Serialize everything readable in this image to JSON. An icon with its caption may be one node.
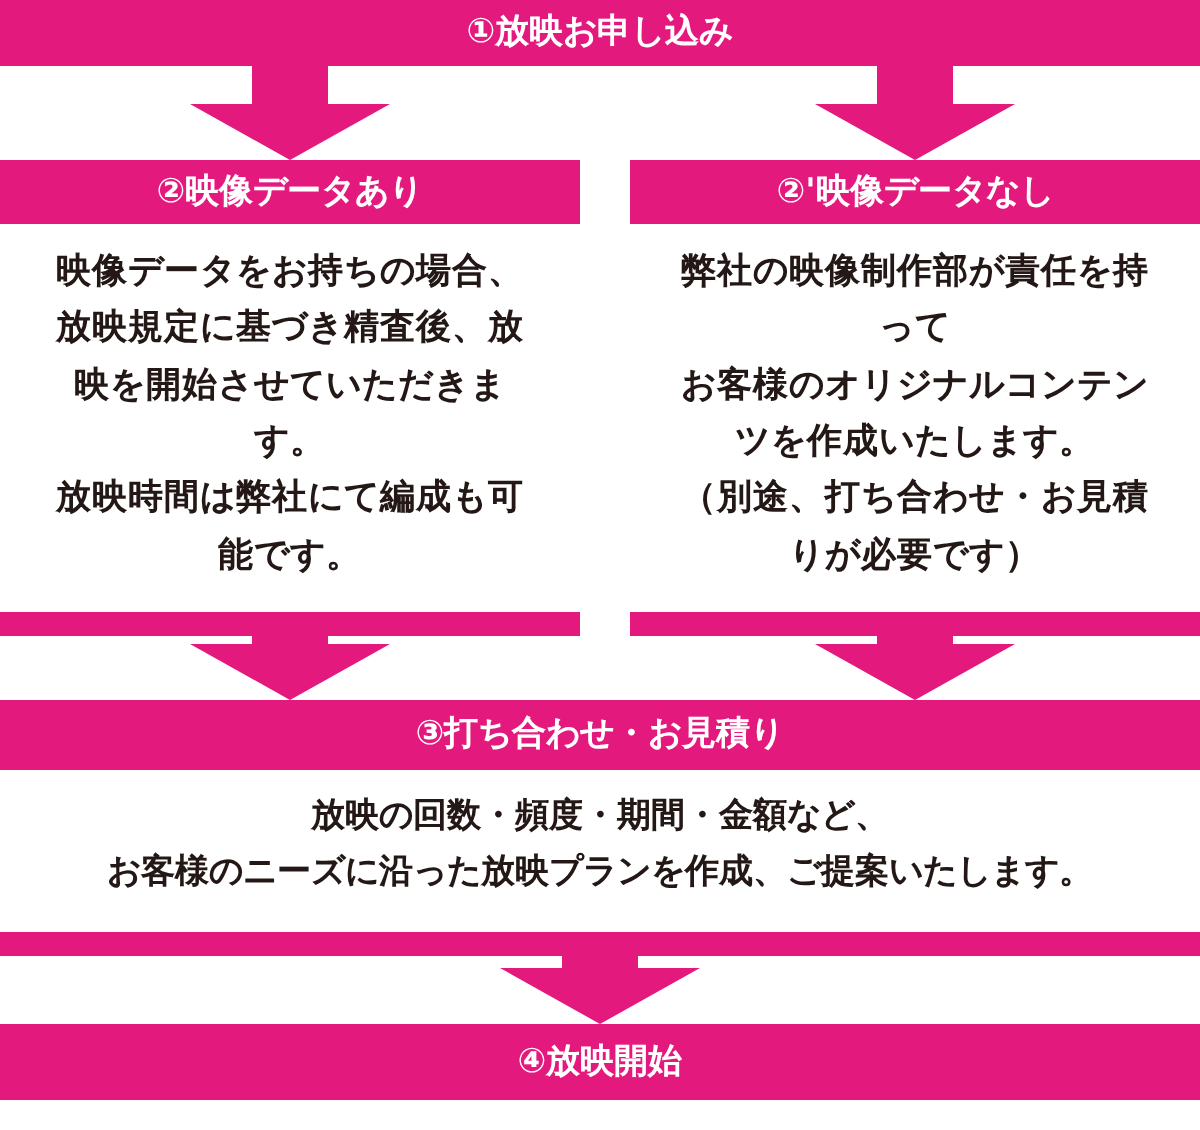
{
  "diagram": {
    "nodes": [
      {
        "text": [
          "①放映お申し込み"
        ]
      },
      {
        "text": [
          "②映像データあり",
          "映像データをお持ちの場合、放映規定に基づき精査後、放映を開始させていただきます。",
          "放映時間は弊社にて編成も可能です。"
        ]
      },
      {
        "text": [
          "②'映像データなし",
          "弊社の映像制作部が責任を持って",
          "お客様のオリジナルコンテンツを作成いたします。",
          "（別途、打ち合わせ・お見積りが必要です）"
        ]
      },
      {
        "text": [
          "③打ち合わせ・お見積り",
          "放映の回数・頻度・期間・金額など、",
          "お客様のニーズに沿った放映プランを作成、ご提案いたします。"
        ]
      },
      {
        "text": [
          "④放映開始"
        ]
      }
    ],
    "edges": [
      {
        "from": 0,
        "to": 1,
        "arrow": "to"
      },
      {
        "from": 0,
        "to": 2,
        "arrow": "to"
      },
      {
        "from": 1,
        "to": 3,
        "arrow": "to"
      },
      {
        "from": 2,
        "to": 3,
        "arrow": "to"
      },
      {
        "from": 3,
        "to": 4,
        "arrow": "to"
      }
    ]
  }
}
